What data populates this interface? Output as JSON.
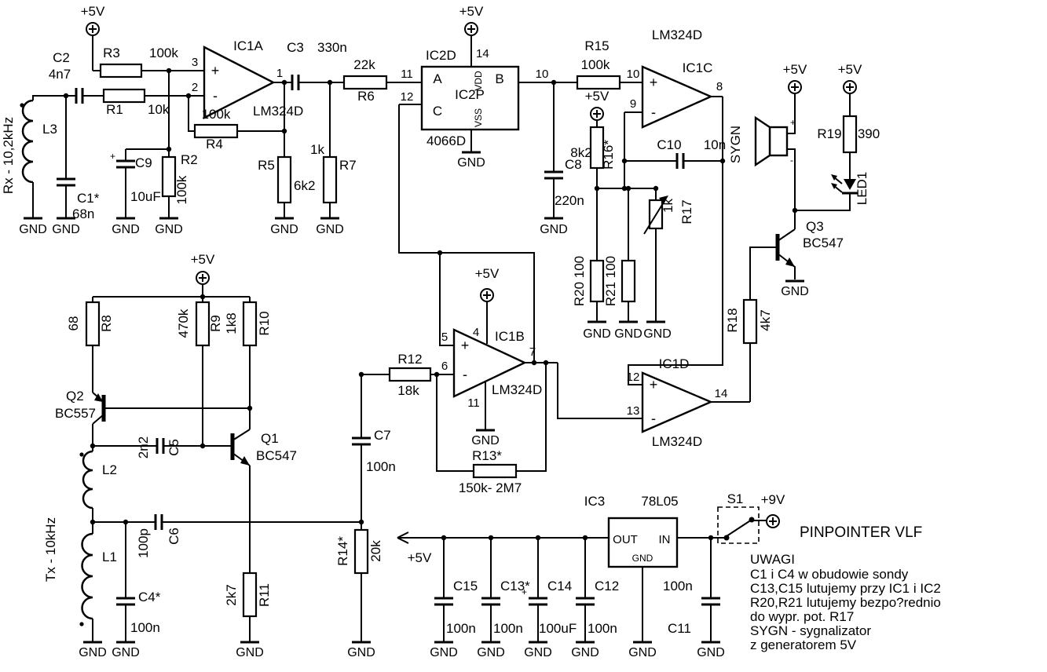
{
  "title": "PINPOINTER VLF",
  "power": {
    "p5": "+5V",
    "p9": "+9V",
    "gnd": "GND",
    "plus": "+",
    "minus": "-"
  },
  "r": {
    "r1": {
      "ref": "R1",
      "val": "10k"
    },
    "r2": {
      "ref": "R2",
      "val": "100k"
    },
    "r3": {
      "ref": "R3",
      "val": "100k"
    },
    "r4": {
      "ref": "R4",
      "val": "100k"
    },
    "r5": {
      "ref": "R5",
      "val": "6k2"
    },
    "r6": {
      "ref": "R6",
      "val": "22k"
    },
    "r7": {
      "ref": "R7",
      "val": "1k"
    },
    "r8": {
      "ref": "R8",
      "val": "68"
    },
    "r9": {
      "ref": "R9",
      "val": "470k"
    },
    "r10": {
      "ref": "R10",
      "val": "1k8"
    },
    "r11": {
      "ref": "R11",
      "val": "2k7"
    },
    "r12": {
      "ref": "R12",
      "val": "18k"
    },
    "r13": {
      "ref": "R13*",
      "val": "150k- 2M7"
    },
    "r14": {
      "ref": "R14*",
      "val": "20k"
    },
    "r15": {
      "ref": "R15",
      "val": "100k"
    },
    "r16": {
      "ref": "R16*",
      "val": "8k2"
    },
    "r17": {
      "ref": "R17",
      "val": "1k"
    },
    "r18": {
      "ref": "R18",
      "val": "4k7"
    },
    "r19": {
      "ref": "R19",
      "val": "390"
    },
    "r20": {
      "label": "R20 100"
    },
    "r21": {
      "label": "R21 100"
    }
  },
  "c": {
    "c1": {
      "ref": "C1*",
      "val": "68n"
    },
    "c2": {
      "ref": "C2",
      "val": "4n7"
    },
    "c3": {
      "ref": "C3",
      "val": "330n"
    },
    "c4": {
      "ref": "C4*",
      "val": "100n"
    },
    "c5": {
      "ref": "C5",
      "val": "2n2"
    },
    "c6": {
      "ref": "C6",
      "val": "100p"
    },
    "c7": {
      "ref": "C7",
      "val": "100n"
    },
    "c8": {
      "ref": "C8",
      "val": "220n"
    },
    "c9": {
      "ref": "C9",
      "val": "10uF"
    },
    "c10": {
      "ref": "C10",
      "val": "10n"
    },
    "c11": {
      "ref": "C11",
      "val": "100n"
    },
    "c12": {
      "ref": "C12",
      "val": "100n"
    },
    "c13": {
      "ref": "C13*",
      "val": "100n"
    },
    "c14": {
      "ref": "C14",
      "val": "100uF"
    },
    "c15": {
      "ref": "C15",
      "val": "100n"
    }
  },
  "l": {
    "l1": "L1",
    "l2": "L2",
    "l3": "L3",
    "rx": "Rx - 10,2kHz",
    "tx": "Tx - 10kHz"
  },
  "q": {
    "q1": {
      "ref": "Q1",
      "val": "BC547"
    },
    "q2": {
      "ref": "Q2",
      "val": "BC557"
    },
    "q3": {
      "ref": "Q3",
      "val": "BC547"
    }
  },
  "led1": "LED1",
  "s1": "S1",
  "sygn": "SYGN",
  "ic1a": {
    "ref": "IC1A",
    "part": "LM324D",
    "p_in_p": "3",
    "p_in_n": "2",
    "p_out": "1"
  },
  "ic1b": {
    "ref": "IC1B",
    "part": "LM324D",
    "p_in_p": "5",
    "p_in_n": "6",
    "p_out": "7",
    "p_vcc": "4",
    "p_gnd": "11"
  },
  "ic1c": {
    "ref": "IC1C",
    "part": "LM324D",
    "p_in_p": "10",
    "p_in_n": "9",
    "p_out": "8"
  },
  "ic1d": {
    "ref": "IC1D",
    "part": "LM324D",
    "p_in_p": "12",
    "p_in_n": "13",
    "p_out": "14"
  },
  "ic2": {
    "ref": "IC2P",
    "sec": "IC2D",
    "part": "4066D",
    "a": "A",
    "b": "B",
    "c": "C",
    "p_in": "11",
    "p_ctl": "12",
    "p_out": "10",
    "p_vdd": "14",
    "vdd": "VDD",
    "vss": "VSS"
  },
  "ic3": {
    "ref": "IC3",
    "part": "78L05",
    "out": "OUT",
    "in": "IN",
    "gnd": "GND"
  },
  "notes": {
    "heading": "UWAGI",
    "l1": "C1 i C4  w obudowie sondy",
    "l2": "C13,C15 lutujemy przy IC1 i IC2",
    "l3": "R20,R21 lutujemy bezpo?rednio",
    "l4": "do wypr. pot. R17",
    "l5": "SYGN  - sygnalizator",
    "l6": "z generatorem 5V"
  }
}
